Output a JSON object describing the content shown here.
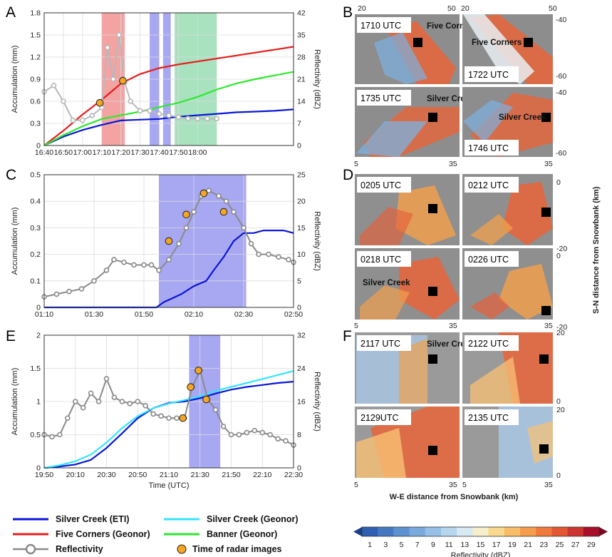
{
  "colors": {
    "silver_eti": "#0a17d6",
    "silver_geonor": "#33e4ff",
    "five_corners": "#e81c1c",
    "banner": "#2ee82e",
    "reflectivity": "#8a8a8a",
    "reflectivity_A": "#b8b8b8",
    "marker": "#f5a623",
    "shade_red": "#f4a3a3",
    "shade_blue": "#a7a7f2",
    "shade_green": "#a9e2bf"
  },
  "chart_data": [
    {
      "type": "line",
      "panel": "A",
      "xlabel": "",
      "ylabel": "Accumulation (mm)",
      "y2label": "Reflectivity (dBZ)",
      "xlim": [
        1000,
        1130
      ],
      "ylim": [
        0,
        1.8
      ],
      "y2lim": [
        0,
        42
      ],
      "xticks": [
        1000,
        1010,
        1020,
        1030,
        1040,
        1050,
        1060,
        1070,
        1080
      ],
      "xtick_labels": [
        "16:40",
        "16:50",
        "17:00",
        "17:10",
        "17:20",
        "17:30",
        "17:40",
        "17:50",
        "18:00"
      ],
      "yticks": [
        0,
        0.3,
        0.6,
        0.9,
        1.2,
        1.5,
        1.8
      ],
      "ytick_labels": [
        "0",
        "0.3",
        "0.6",
        "0.9",
        "1.2",
        "1.5",
        "1.8"
      ],
      "y2ticks": [
        0,
        7,
        14,
        21,
        28,
        35,
        42
      ],
      "y2tick_labels": [
        "0",
        "7",
        "14",
        "21",
        "28",
        "35",
        "42"
      ],
      "shading": [
        {
          "from": 1030,
          "to": 1042,
          "color": "shade_red"
        },
        {
          "from": 1055,
          "to": 1060,
          "color": "shade_blue"
        },
        {
          "from": 1062,
          "to": 1066,
          "color": "shade_blue"
        },
        {
          "from": 1068,
          "to": 1090,
          "color": "shade_green"
        }
      ],
      "series": [
        {
          "key": "silver_eti",
          "x": [
            1000,
            1010,
            1020,
            1030,
            1040,
            1050,
            1060,
            1070,
            1080,
            1090,
            1100,
            1110,
            1120,
            1130
          ],
          "y": [
            0,
            0.12,
            0.21,
            0.28,
            0.34,
            0.35,
            0.36,
            0.39,
            0.41,
            0.43,
            0.45,
            0.46,
            0.47,
            0.49
          ]
        },
        {
          "key": "five_corners",
          "x": [
            1000,
            1010,
            1020,
            1030,
            1040,
            1050,
            1060,
            1070,
            1080,
            1090,
            1100,
            1110,
            1120,
            1130
          ],
          "y": [
            0,
            0.2,
            0.42,
            0.62,
            0.84,
            0.97,
            1.05,
            1.1,
            1.14,
            1.18,
            1.22,
            1.26,
            1.3,
            1.34
          ]
        },
        {
          "key": "banner",
          "x": [
            1000,
            1010,
            1020,
            1030,
            1040,
            1050,
            1060,
            1070,
            1080,
            1090,
            1100,
            1110,
            1120,
            1130
          ],
          "y": [
            0,
            0.14,
            0.26,
            0.36,
            0.41,
            0.46,
            0.52,
            0.58,
            0.66,
            0.76,
            0.84,
            0.9,
            0.95,
            1
          ]
        },
        {
          "key": "reflectivity_A",
          "axis": "y2",
          "markers": true,
          "x": [
            1000,
            1005,
            1010,
            1015,
            1020,
            1025,
            1030,
            1033,
            1036,
            1039,
            1042,
            1045,
            1050,
            1055,
            1060,
            1065,
            1070,
            1075,
            1080,
            1085,
            1090
          ],
          "y": [
            17,
            19,
            14,
            8,
            8,
            9.5,
            12,
            31,
            21,
            35,
            20,
            14,
            11,
            11,
            10,
            9.5,
            9,
            8.5,
            8.5,
            8.5,
            8.5
          ]
        }
      ],
      "markers_at": [
        {
          "x": 1029,
          "y2": 13.5
        },
        {
          "x": 1041,
          "y2": 20.5
        }
      ]
    },
    {
      "type": "line",
      "panel": "C",
      "xlabel": "",
      "ylabel": "Accumulation (mm)",
      "y2label": "Reflectivity (dBZ)",
      "xlim": [
        70,
        170
      ],
      "ylim": [
        0,
        0.5
      ],
      "y2lim": [
        0,
        25
      ],
      "xticks": [
        70,
        90,
        110,
        130,
        150,
        170
      ],
      "xtick_labels": [
        "01:10",
        "01:30",
        "01:50",
        "02:10",
        "02:30",
        "02:50"
      ],
      "yticks": [
        0,
        0.1,
        0.2,
        0.3,
        0.4,
        0.5
      ],
      "ytick_labels": [
        "0",
        "0.1",
        "0.2",
        "0.3",
        "0.4",
        "0.5"
      ],
      "y2ticks": [
        0,
        5,
        10,
        15,
        20,
        25
      ],
      "y2tick_labels": [
        "0",
        "5",
        "10",
        "15",
        "20",
        "25"
      ],
      "shading": [
        {
          "from": 116,
          "to": 151,
          "color": "shade_blue"
        }
      ],
      "series": [
        {
          "key": "silver_eti",
          "x": [
            70,
            115,
            118,
            125,
            130,
            135,
            138,
            142,
            146,
            150,
            154,
            158,
            162,
            166,
            170
          ],
          "y": [
            0,
            0,
            0.02,
            0.05,
            0.08,
            0.1,
            0.14,
            0.19,
            0.25,
            0.28,
            0.28,
            0.29,
            0.29,
            0.29,
            0.28
          ]
        },
        {
          "key": "reflectivity",
          "axis": "y2",
          "markers": true,
          "x": [
            70,
            75,
            80,
            85,
            90,
            95,
            98,
            102,
            106,
            110,
            113,
            116,
            120,
            124,
            127,
            130,
            133,
            136,
            140,
            143,
            146,
            150,
            153,
            156,
            160,
            164,
            168,
            170
          ],
          "y": [
            2,
            2.5,
            3,
            3.5,
            5,
            7,
            9,
            8.5,
            8,
            8,
            8,
            7,
            9,
            12,
            15,
            18,
            21,
            22,
            21,
            20,
            18,
            15,
            12,
            10,
            10,
            9.5,
            9,
            8.5
          ]
        }
      ],
      "markers_at": [
        {
          "x": 120,
          "y2": 12.5
        },
        {
          "x": 127,
          "y2": 17.5
        },
        {
          "x": 134,
          "y2": 21.5
        },
        {
          "x": 142,
          "y2": 18
        }
      ]
    },
    {
      "type": "line",
      "panel": "E",
      "xlabel": "Time (UTC)",
      "ylabel": "Accumulation (mm)",
      "y2label": "Reflectivity (dBZ)",
      "xlim": [
        1190,
        1350
      ],
      "ylim": [
        0,
        2
      ],
      "y2lim": [
        0,
        32
      ],
      "xticks": [
        1190,
        1210,
        1230,
        1250,
        1270,
        1290,
        1310,
        1330,
        1350
      ],
      "xtick_labels": [
        "19:50",
        "20:10",
        "20:30",
        "20:50",
        "21:10",
        "21:30",
        "21:50",
        "22:10",
        "22:30"
      ],
      "yticks": [
        0,
        0.5,
        1,
        1.5,
        2
      ],
      "ytick_labels": [
        "0",
        "0.5",
        "1",
        "1.5",
        "2"
      ],
      "y2ticks": [
        0,
        8,
        16,
        24,
        32
      ],
      "y2tick_labels": [
        "0",
        "8",
        "16",
        "24",
        "32"
      ],
      "shading": [
        {
          "from": 1283,
          "to": 1303,
          "color": "shade_blue"
        }
      ],
      "series": [
        {
          "key": "silver_eti",
          "x": [
            1190,
            1200,
            1210,
            1220,
            1230,
            1240,
            1250,
            1260,
            1270,
            1280,
            1290,
            1300,
            1310,
            1320,
            1330,
            1340,
            1350
          ],
          "y": [
            0,
            0.02,
            0.05,
            0.12,
            0.3,
            0.52,
            0.75,
            0.9,
            0.98,
            1,
            1.05,
            1.12,
            1.18,
            1.22,
            1.25,
            1.28,
            1.3
          ]
        },
        {
          "key": "silver_geonor",
          "x": [
            1190,
            1200,
            1210,
            1220,
            1230,
            1240,
            1250,
            1260,
            1270,
            1280,
            1290,
            1300,
            1310,
            1320,
            1330,
            1340,
            1350
          ],
          "y": [
            0,
            0.04,
            0.1,
            0.2,
            0.38,
            0.6,
            0.78,
            0.9,
            0.97,
            1.02,
            1.08,
            1.16,
            1.22,
            1.28,
            1.34,
            1.4,
            1.46
          ]
        },
        {
          "key": "reflectivity",
          "axis": "y2",
          "markers": true,
          "x": [
            1190,
            1195,
            1200,
            1205,
            1210,
            1215,
            1220,
            1225,
            1230,
            1235,
            1240,
            1245,
            1250,
            1255,
            1260,
            1265,
            1270,
            1275,
            1280,
            1285,
            1290,
            1295,
            1300,
            1305,
            1310,
            1315,
            1320,
            1325,
            1330,
            1335,
            1340,
            1345,
            1350
          ],
          "y": [
            8,
            7.5,
            8,
            12,
            16,
            14.5,
            18,
            16,
            21.5,
            17,
            16,
            15.5,
            16,
            15,
            13,
            12.5,
            12,
            12,
            12,
            19.5,
            23.5,
            16.5,
            14,
            10,
            8,
            8,
            8.5,
            9,
            8.5,
            8,
            7,
            6.5,
            5.5
          ]
        }
      ],
      "markers_at": [
        {
          "x": 1279,
          "y2": 12
        },
        {
          "x": 1284,
          "y2": 19.5
        },
        {
          "x": 1289,
          "y2": 23.5
        },
        {
          "x": 1294,
          "y2": 16.5
        }
      ]
    }
  ],
  "panel_labels": [
    "A",
    "B",
    "C",
    "D",
    "E",
    "F"
  ],
  "radar": {
    "B": {
      "times": [
        "1710 UTC",
        "1722 UTC",
        "1735 UTC",
        "1746 UTC"
      ],
      "sites": [
        "Five Corners",
        "Five Corners",
        "Silver Creek",
        "Silver Creek"
      ],
      "top_ticks": [
        "20",
        "50",
        "20",
        "50"
      ],
      "right_ticks": [
        "-40",
        "-60",
        "-40",
        "-60"
      ],
      "bottom_ticks": [
        "5",
        "35",
        "35"
      ]
    },
    "D": {
      "times": [
        "0205 UTC",
        "0212 UTC",
        "0218 UTC",
        "0226 UTC"
      ],
      "site": "Silver Creek",
      "right_ticks": [
        "0",
        "-20",
        "0",
        "-20"
      ],
      "bottom_ticks": [
        "5",
        "35",
        "35"
      ],
      "ylabel": "S-N distance from Snowbank (km)"
    },
    "F": {
      "times": [
        "2117 UTC",
        "2122 UTC",
        "2129UTC",
        "2135 UTC"
      ],
      "site": "Silver Creek",
      "right_ticks": [
        "20",
        "0",
        "20",
        "0"
      ],
      "bottom_ticks": [
        "5",
        "35",
        "5",
        "35"
      ],
      "xlabel": "W-E distance from Snowbank (km)"
    }
  },
  "legend": {
    "items": [
      {
        "label": "Silver Creek (ETI)",
        "key": "silver_eti"
      },
      {
        "label": "Silver Creek (Geonor)",
        "key": "silver_geonor"
      },
      {
        "label": "Five Corners (Geonor)",
        "key": "five_corners"
      },
      {
        "label": "Banner (Geonor)",
        "key": "banner"
      },
      {
        "label": "Reflectivity",
        "key": "reflectivity"
      },
      {
        "label": "Time of radar images",
        "key": "marker"
      }
    ]
  },
  "colorbar": {
    "label": "Reflectivity (dBZ)",
    "ticks": [
      "1",
      "3",
      "5",
      "7",
      "9",
      "11",
      "13",
      "15",
      "17",
      "19",
      "21",
      "23",
      "25",
      "27",
      "29"
    ],
    "colors": [
      "#2f5fb0",
      "#4678c2",
      "#5f91d0",
      "#7aa9dc",
      "#97c0e6",
      "#b6d6ee",
      "#d7e9f2",
      "#f5efcc",
      "#f9d98f",
      "#f8bd66",
      "#f59d4c",
      "#ef7a3c",
      "#e35634",
      "#cc3430",
      "#a8102a"
    ]
  }
}
